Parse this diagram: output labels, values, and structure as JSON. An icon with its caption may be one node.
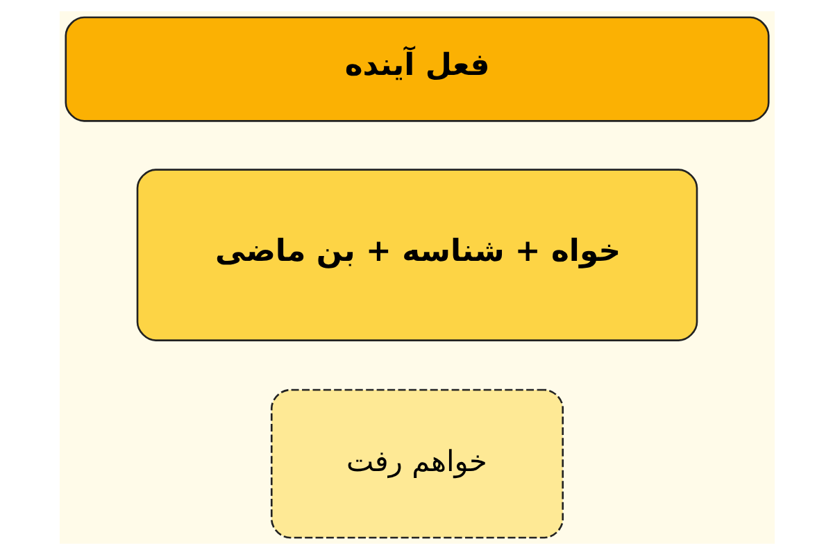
{
  "diagram": {
    "nodes": [
      {
        "text": [
          "فعل آینده"
        ]
      },
      {
        "text": [
          "خواه + شناسه + بن ماضی"
        ]
      },
      {
        "text": [
          "خواهم رفت"
        ]
      }
    ]
  }
}
